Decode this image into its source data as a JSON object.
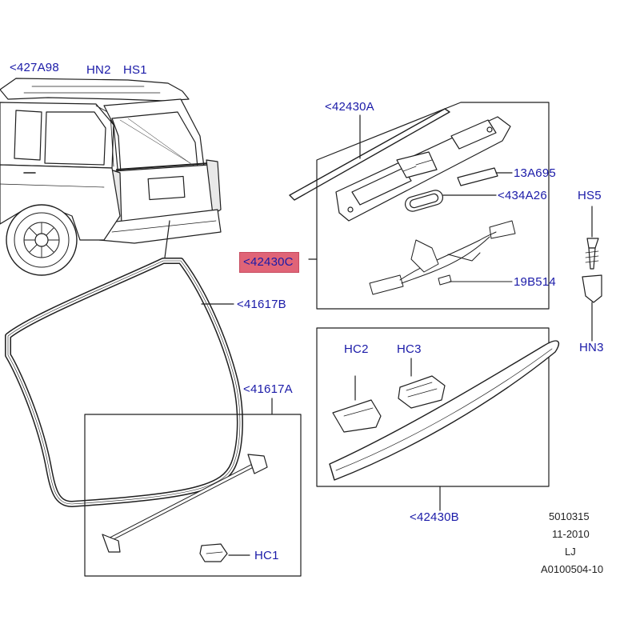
{
  "diagram": {
    "callouts": {
      "c427a98": "<427A98",
      "hn2": "HN2",
      "hs1": "HS1",
      "c42430a": "<42430A",
      "c13a695": "13A695",
      "c434a26": "<434A26",
      "hs5": "HS5",
      "c42430c": "<42430C",
      "c19b514": "19B514",
      "c41617b": "<41617B",
      "hn3": "HN3",
      "hc2": "HC2",
      "hc3": "HC3",
      "c41617a": "<41617A",
      "c42430b": "<42430B",
      "hc1": "HC1"
    },
    "reference": {
      "line1": "5010315",
      "line2": "11-2010",
      "line3": "LJ",
      "line4": "A0100504-10"
    },
    "colors": {
      "callout_text": "#1a1aa8",
      "highlight": "#e06477",
      "line_art": "#1f1f1f"
    }
  }
}
